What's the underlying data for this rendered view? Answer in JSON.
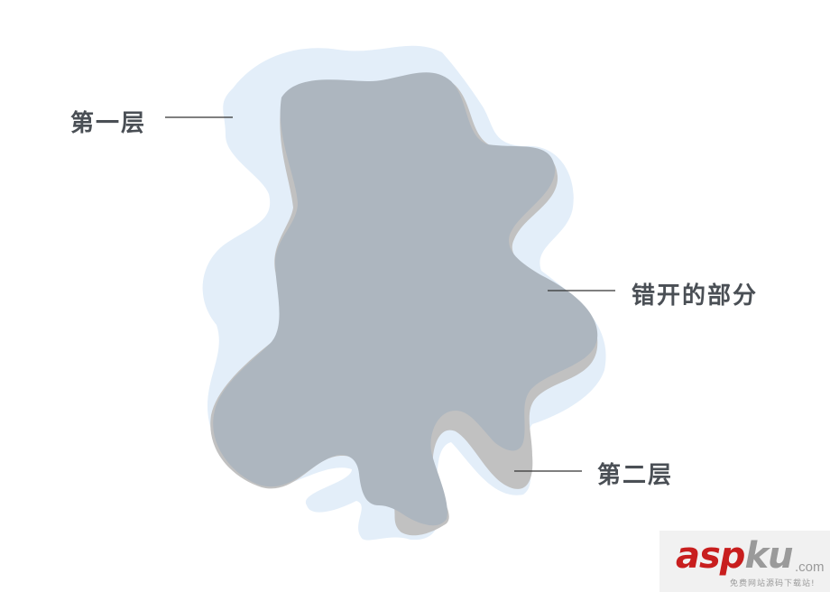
{
  "labels": {
    "layer1": "第一层",
    "offset": "错开的部分",
    "layer2": "第二层"
  },
  "watermark": {
    "asp": "asp",
    "ku": "ku",
    "domain": ".com",
    "tagline": "免费网站源码下载站!"
  },
  "colors": {
    "layer1_fill": "#e3eef9",
    "offset_fill": "#c1c1c1",
    "layer2_fill": "#adb6bf",
    "label_text": "#4a4f55",
    "watermark_red": "#c81e1e"
  }
}
